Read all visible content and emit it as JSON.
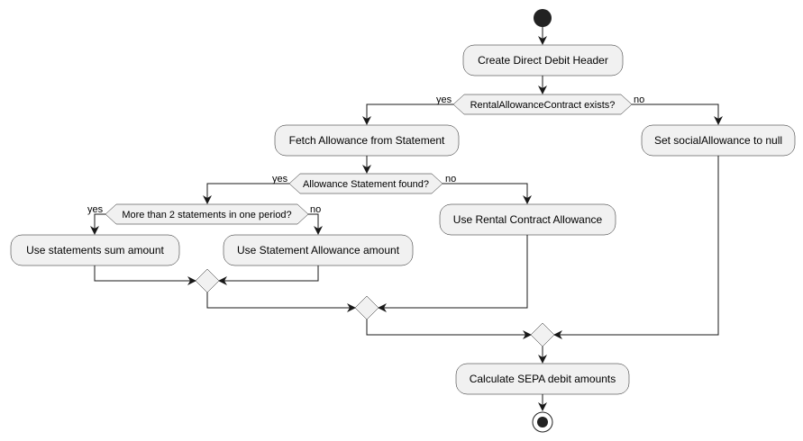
{
  "diagram": {
    "activities": {
      "create_header": "Create Direct Debit Header",
      "fetch_allowance": "Fetch Allowance from Statement",
      "set_social": "Set socialAllowance to null",
      "use_rental": "Use Rental Contract Allowance",
      "use_sum": "Use statements sum amount",
      "use_statement": "Use Statement Allowance amount",
      "calculate": "Calculate SEPA debit amounts"
    },
    "decisions": {
      "rental_exists": "RentalAllowanceContract exists?",
      "statement_found": "Allowance Statement found?",
      "more_than_two": "More than 2 statements in one period?"
    },
    "branches": {
      "yes": "yes",
      "no": "no"
    },
    "colors": {
      "node_fill": "#f1f1f1",
      "stroke": "#181818",
      "start_end": "#222222"
    }
  }
}
